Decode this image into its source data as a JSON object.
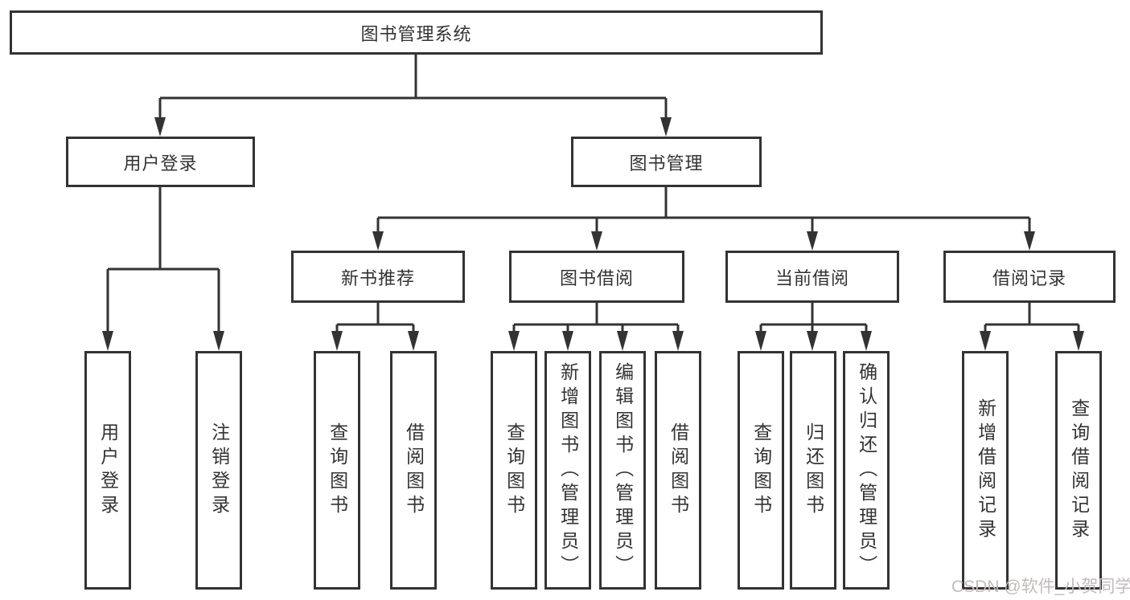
{
  "diagram": {
    "root": {
      "label": "图书管理系统"
    },
    "user_login": {
      "label": "用户登录",
      "children": [
        "用户登录",
        "注销登录"
      ]
    },
    "book_mgmt": {
      "label": "图书管理"
    },
    "new_book": {
      "label": "新书推荐",
      "children": [
        "查询图书",
        "借阅图书"
      ]
    },
    "book_borrow": {
      "label": "图书借阅",
      "children": [
        "查询图书",
        "新增图书（管理员）",
        "编辑图书（管理员）",
        "借阅图书"
      ]
    },
    "current_borrow": {
      "label": "当前借阅",
      "children": [
        "查询图书",
        "归还图书",
        "确认归还（管理员）"
      ]
    },
    "borrow_record": {
      "label": "借阅记录",
      "children": [
        "新增借阅记录",
        "查询借阅记录"
      ]
    }
  },
  "watermark": {
    "text": "CSDN @软件_小贺同学",
    "color": "#c2bbbb"
  },
  "colors": {
    "line": "#333333",
    "text": "#333333",
    "background": "#ffffff"
  }
}
